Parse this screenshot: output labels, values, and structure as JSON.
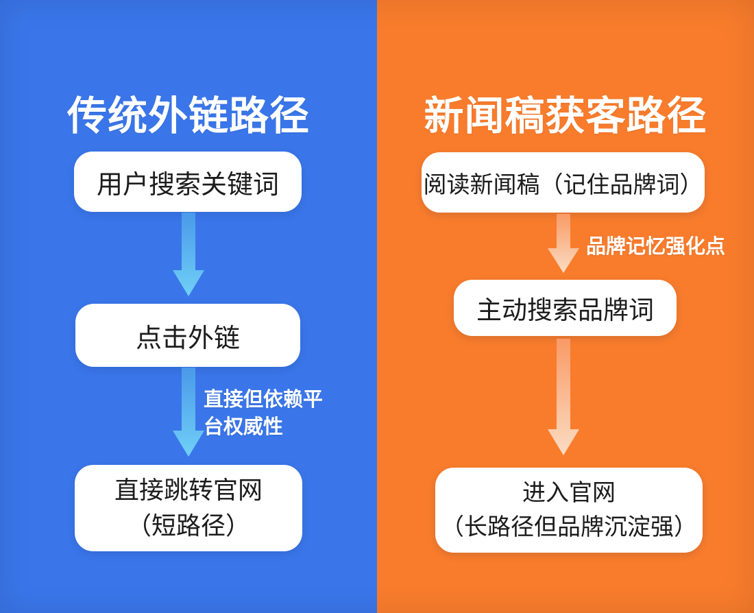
{
  "left": {
    "title": "传统外链路径",
    "panel_color": "#3A76E9",
    "arrow_color_top": "#4A99E9",
    "arrow_color_bottom": "#70D0F7",
    "step1": "用户搜索关键词",
    "step2": "点击外链",
    "arrow2_label": "直接但依赖平\n台权威性",
    "step3": "直接跳转官网\n（短路径）"
  },
  "right": {
    "title": "新闻稿获客路径",
    "panel_color": "#F87C2C",
    "arrow_color_top": "#F99A66",
    "arrow_color_bottom": "#FBDCC2",
    "step1": "阅读新闻稿（记住品牌词）",
    "arrow1_label": "品牌记忆强化点",
    "step2": "主动搜索品牌词",
    "step3": "进入官网\n（长路径但品牌沉淀强）"
  }
}
